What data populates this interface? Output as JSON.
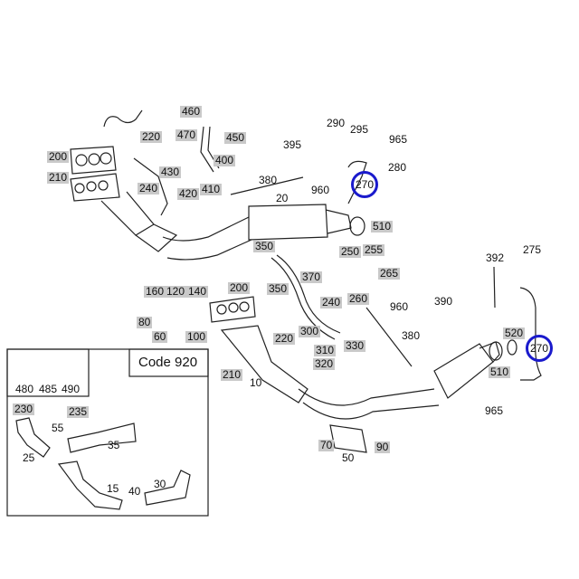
{
  "diagram_title": "Code 920",
  "highlight_color": "#1a1acc",
  "labels": {
    "l460": "460",
    "l220a": "220",
    "l470": "470",
    "l450": "450",
    "l200a": "200",
    "l400": "400",
    "l430": "430",
    "l210a": "210",
    "l240a": "240",
    "l420": "420",
    "l410": "410",
    "l380a": "380",
    "l20": "20",
    "l395": "395",
    "l350a": "350",
    "l350b": "350",
    "l160": "160",
    "l120": "120",
    "l140": "140",
    "l200b": "200",
    "l80": "80",
    "l60": "60",
    "l100": "100",
    "l220b": "220",
    "l290": "290",
    "l295": "295",
    "l965a": "965",
    "l280": "280",
    "l960a": "960",
    "l270a": "270",
    "l510a": "510",
    "l250": "250",
    "l255": "255",
    "l265": "265",
    "l370": "370",
    "l260": "260",
    "l240b": "240",
    "l960b": "960",
    "l390": "390",
    "l300": "300",
    "l380b": "380",
    "l310": "310",
    "l330": "330",
    "l320": "320",
    "l392": "392",
    "l275": "275",
    "l520": "520",
    "l270b": "270",
    "l510b": "510",
    "l965b": "965",
    "l70": "70",
    "l50": "50",
    "l90": "90",
    "l10": "10",
    "l210b": "210",
    "l480": "480",
    "l485": "485",
    "l490": "490",
    "l230": "230",
    "l235": "235",
    "l55": "55",
    "l25": "25",
    "l35": "35",
    "l15": "15",
    "l40": "40",
    "l30": "30"
  }
}
